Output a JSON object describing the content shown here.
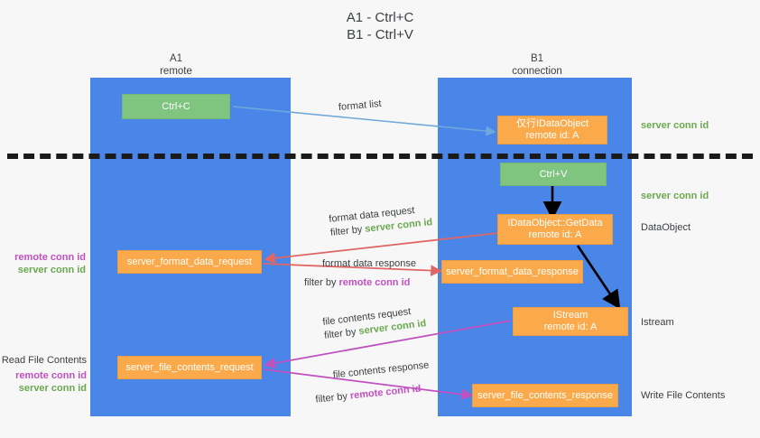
{
  "title": {
    "line1": "A1 - Ctrl+C",
    "line2": "B1 - Ctrl+V"
  },
  "lanes": [
    {
      "name": "A1",
      "sub": "remote"
    },
    {
      "name": "B1",
      "sub": "connection"
    }
  ],
  "boxes": {
    "ctrl_c": "Ctrl+C",
    "ctrl_v": "Ctrl+V",
    "idataobject_title": "仅行IDataObject",
    "idataobject_sub": "remote id: A",
    "getdata_title": "IDataObject::GetData",
    "getdata_sub": "remote id: A",
    "istream_title": "IStream",
    "istream_sub": "remote id: A",
    "server_format_data_request": "server_format_data_request",
    "server_format_data_response": "server_format_data_response",
    "server_file_contents_request": "server_file_contents_request",
    "server_file_contents_response": "server_file_contents_response"
  },
  "arrow_labels": {
    "format_list": "format list",
    "format_data_request": "format data request",
    "format_data_request_filter_prefix": "filter by ",
    "format_data_request_filter_value": "server conn id",
    "format_data_response": "format data response",
    "format_data_response_filter_prefix": "filter by ",
    "format_data_response_filter_value": "remote conn id",
    "file_contents_request": "file contents request",
    "file_contents_request_filter_prefix": "filter by ",
    "file_contents_request_filter_value": "server conn id",
    "file_contents_response": "file contents response",
    "file_contents_response_filter_prefix": "filter by ",
    "file_contents_response_filter_value": "remote conn id"
  },
  "annotations": {
    "right_server_conn_id_top": "server conn id",
    "right_server_conn_id_mid": "server conn id",
    "right_dataobject": "DataObject",
    "right_istream": "Istream",
    "right_write_file_contents": "Write File Contents",
    "left_remote_conn_id_1": "remote conn id",
    "left_server_conn_id_1": "server conn id",
    "left_read_file_contents": "Read File Contents",
    "left_remote_conn_id_2": "remote conn id",
    "left_server_conn_id_2": "server conn id"
  },
  "colors": {
    "lane": "#4a86e8",
    "green_box": "#7fc47f",
    "orange_box": "#fbaa4b",
    "server_conn_id": "#6aa84f",
    "remote_conn_id": "#c050c0",
    "arrow_blue": "#6fa8dc",
    "arrow_red": "#e06666",
    "arrow_magenta": "#c050c0",
    "arrow_black": "#000000",
    "background": "#f7f7f7"
  }
}
